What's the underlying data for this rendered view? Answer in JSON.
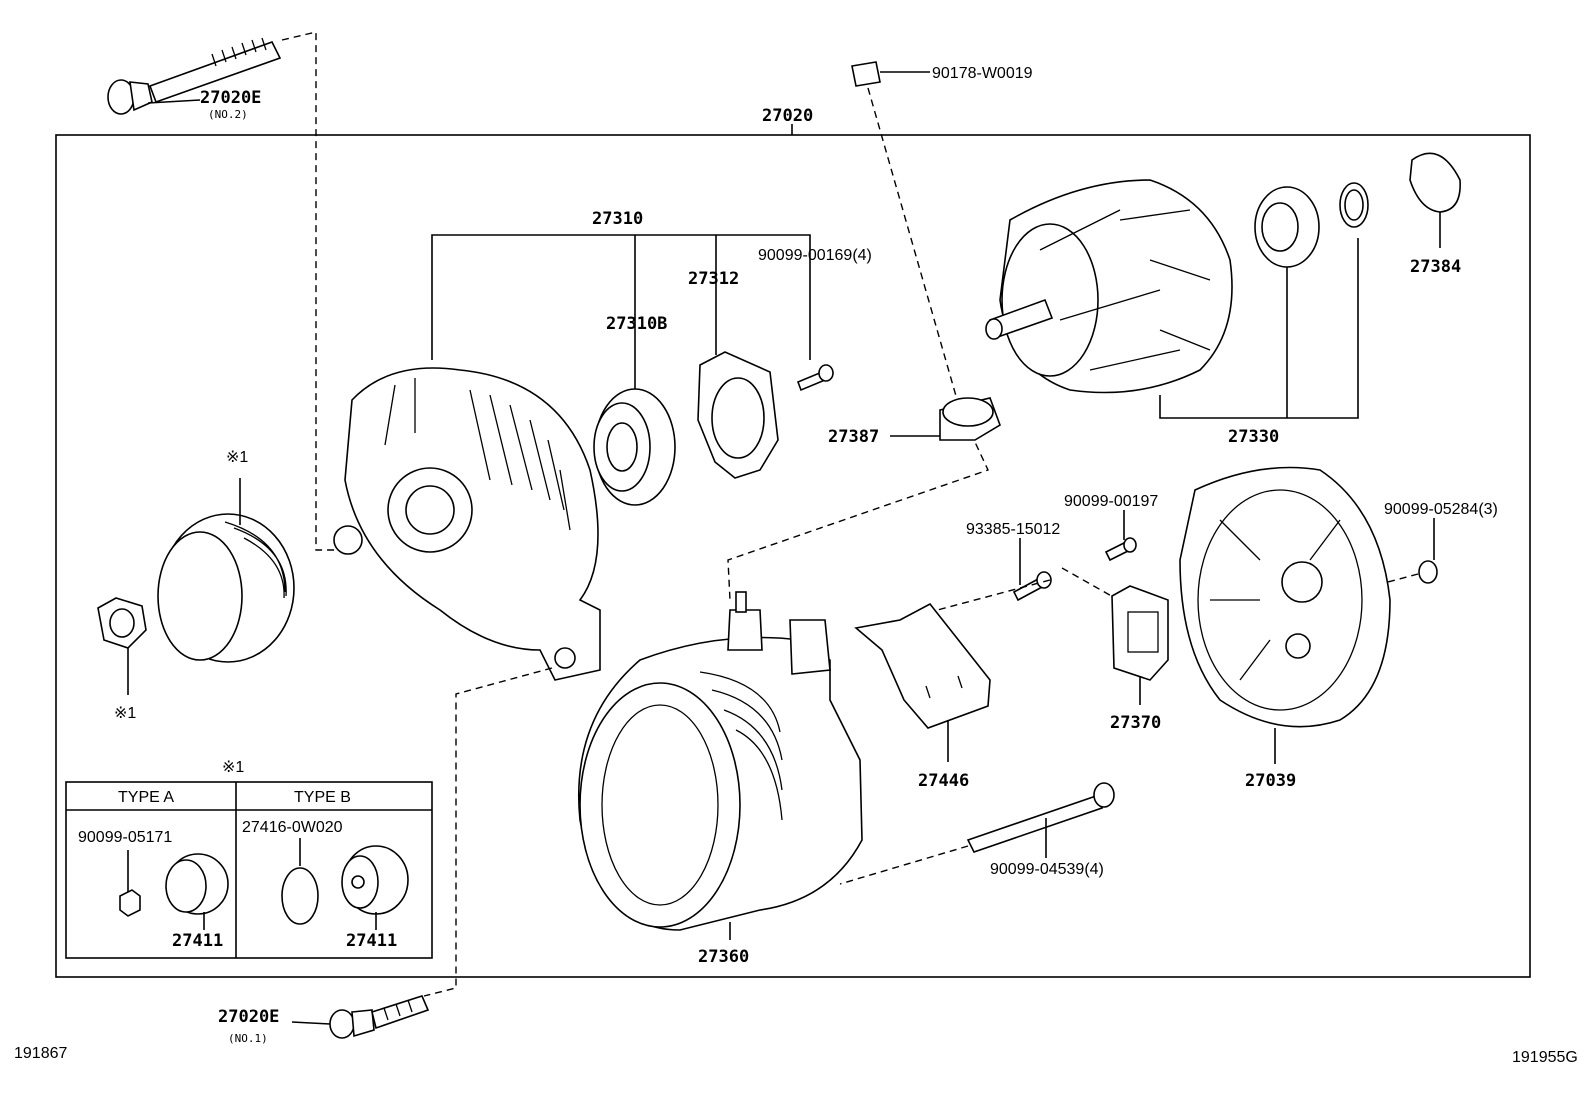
{
  "diagram": {
    "assembly": "27020",
    "bolt_top": {
      "label": "27020E",
      "sub": "(NO.2)"
    },
    "bolt_bottom": {
      "label": "27020E",
      "sub": "(NO.1)"
    },
    "parts": {
      "p27310": "27310",
      "p27310b": "27310B",
      "p27312": "27312",
      "p90099_00169": "90099-00169(4)",
      "p90178": "90178-W0019",
      "p27387": "27387",
      "p27384": "27384",
      "p27330": "27330",
      "p90099_00197": "90099-00197",
      "p93385": "93385-15012",
      "p90099_05284": "90099-05284(3)",
      "p27370": "27370",
      "p27446": "27446",
      "p27039": "27039",
      "p90099_04539": "90099-04539(4)",
      "p27360": "27360",
      "mark_pulley": "※1",
      "mark_nut": "※1"
    },
    "type_box": {
      "mark": "※1",
      "type_a": {
        "header": "TYPE A",
        "part_nut": "90099-05171",
        "part_pulley": "27411"
      },
      "type_b": {
        "header": "TYPE B",
        "part_ring": "27416-0W020",
        "part_pulley": "27411"
      }
    },
    "footer": {
      "left_code": "191867",
      "right_code": "191955G"
    }
  }
}
